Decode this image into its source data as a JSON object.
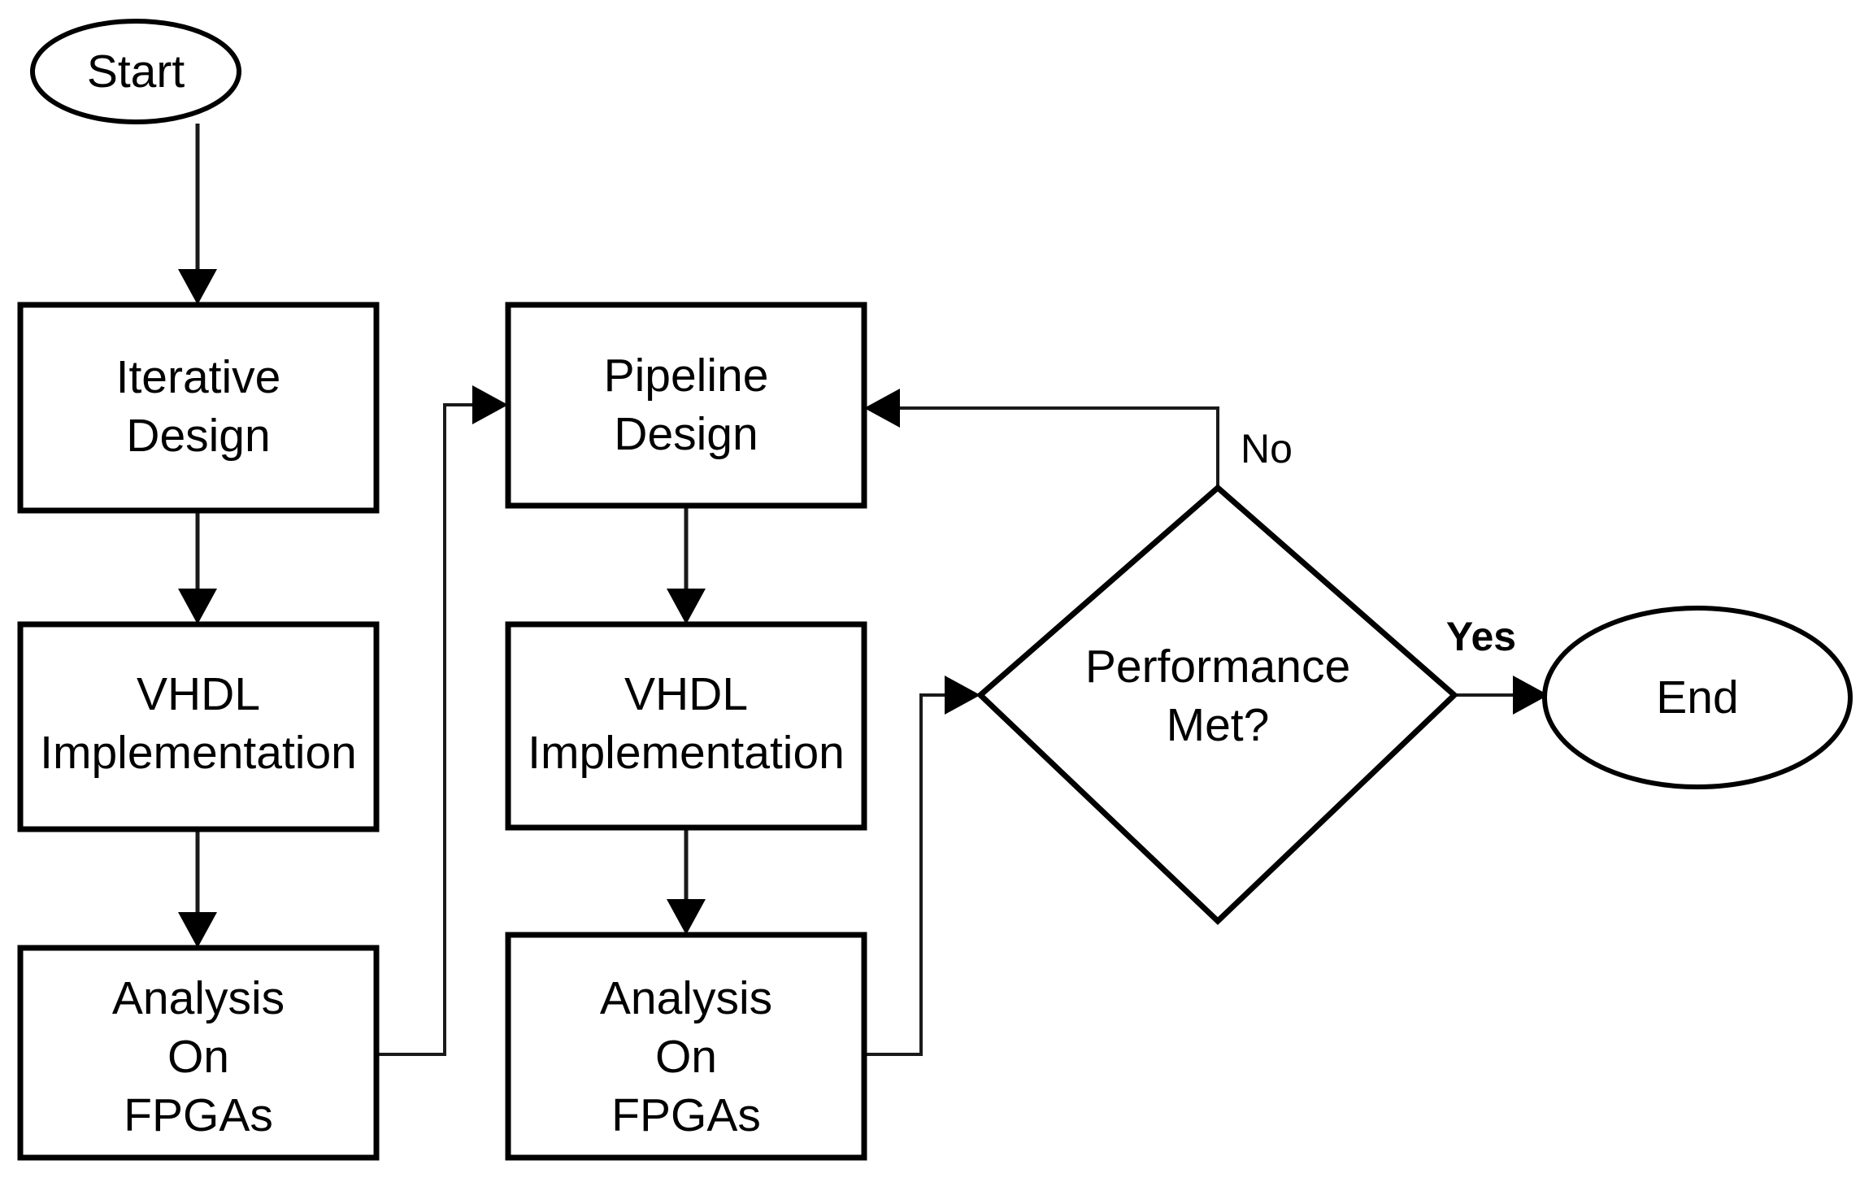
{
  "diagram": {
    "type": "flowchart",
    "orientation": "left-to-right with vertical stages",
    "background_color": "#ffffff",
    "line_color": "#000000",
    "text_color": "#000000",
    "nodes": [
      {
        "id": "start",
        "shape": "ellipse",
        "label": "Start"
      },
      {
        "id": "iter_design",
        "shape": "rectangle",
        "label_line1": "Iterative",
        "label_line2": "Design"
      },
      {
        "id": "vhdl_left",
        "shape": "rectangle",
        "label_line1": "VHDL",
        "label_line2": "Implementation"
      },
      {
        "id": "analysis_left",
        "shape": "rectangle",
        "label_line1": "Analysis",
        "label_line2": "On",
        "label_line3": "FPGAs"
      },
      {
        "id": "pipe_design",
        "shape": "rectangle",
        "label_line1": "Pipeline",
        "label_line2": "Design"
      },
      {
        "id": "vhdl_mid",
        "shape": "rectangle",
        "label_line1": "VHDL",
        "label_line2": "Implementation"
      },
      {
        "id": "analysis_mid",
        "shape": "rectangle",
        "label_line1": "Analysis",
        "label_line2": "On",
        "label_line3": "FPGAs"
      },
      {
        "id": "decision",
        "shape": "diamond",
        "label_line1": "Performance",
        "label_line2": "Met?"
      },
      {
        "id": "end",
        "shape": "ellipse",
        "label": "End"
      }
    ],
    "edges": [
      {
        "from": "start",
        "to": "iter_design",
        "label": ""
      },
      {
        "from": "iter_design",
        "to": "vhdl_left",
        "label": ""
      },
      {
        "from": "vhdl_left",
        "to": "analysis_left",
        "label": ""
      },
      {
        "from": "analysis_left",
        "to": "pipe_design",
        "label": ""
      },
      {
        "from": "pipe_design",
        "to": "vhdl_mid",
        "label": ""
      },
      {
        "from": "vhdl_mid",
        "to": "analysis_mid",
        "label": ""
      },
      {
        "from": "analysis_mid",
        "to": "decision",
        "label": ""
      },
      {
        "from": "decision",
        "to": "pipe_design",
        "label": "No"
      },
      {
        "from": "decision",
        "to": "end",
        "label": "Yes"
      }
    ]
  },
  "labels": {
    "start": "Start",
    "end": "End",
    "no": "No",
    "yes": "Yes",
    "iterative_l1": "Iterative",
    "iterative_l2": "Design",
    "pipeline_l1": "Pipeline",
    "pipeline_l2": "Design",
    "vhdl_l1": "VHDL",
    "vhdl_l2": "Implementation",
    "vhdl_mid_l1": "VHDL",
    "vhdl_mid_l2": "Implementation",
    "analysis_l1": "Analysis",
    "analysis_l2": "On",
    "analysis_l3": "FPGAs",
    "analysis_mid_l1": "Analysis",
    "analysis_mid_l2": "On",
    "analysis_mid_l3": "FPGAs",
    "decision_l1": "Performance",
    "decision_l2": "Met?"
  }
}
